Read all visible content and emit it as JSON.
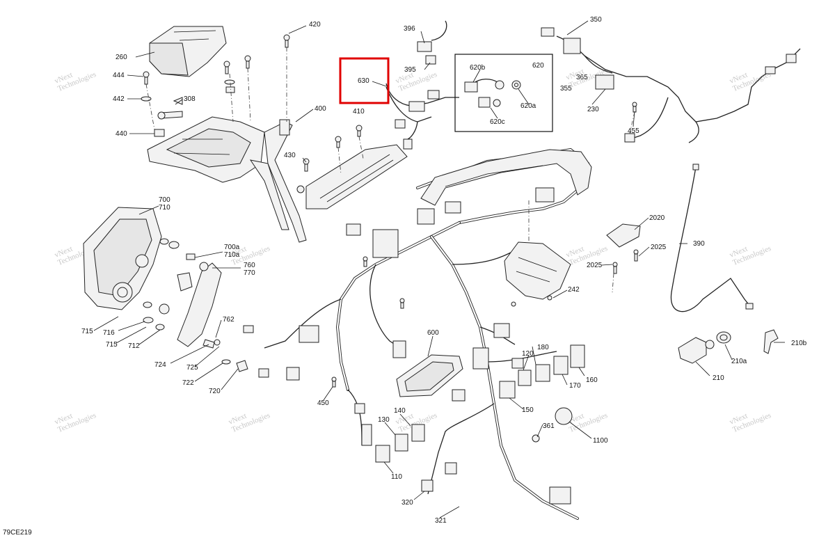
{
  "document_code": "79CE219",
  "watermark": [
    "vNext",
    "Technologies"
  ],
  "highlight": {
    "part": "630",
    "color": "#e00000"
  },
  "labels": {
    "p420": "420",
    "p396": "396",
    "p350": "350",
    "p260": "260",
    "p395": "395",
    "p620b": "620b",
    "p620": "620",
    "p444": "444",
    "p630": "630",
    "p365": "365",
    "p355": "355",
    "p442": "442",
    "p308": "308",
    "p620a": "620a",
    "p230": "230",
    "p400": "400",
    "p410": "410",
    "p620c": "620c",
    "p440": "440",
    "p455": "455",
    "p430": "430",
    "p700": "700",
    "p710": "710",
    "p2020": "2020",
    "p390": "390",
    "p700a": "700a",
    "p710a": "710a",
    "p2025a": "2025",
    "p2025b": "2025",
    "p760": "760",
    "p770": "770",
    "p242": "242",
    "p762": "762",
    "p715": "715",
    "p716": "716",
    "p600": "600",
    "p180": "180",
    "p120": "120",
    "p210b": "210b",
    "p715b": "715",
    "p712": "712",
    "p724": "724",
    "p210a": "210a",
    "p725": "725",
    "p160": "160",
    "p722": "722",
    "p170": "170",
    "p210": "210",
    "p720": "720",
    "p450": "450",
    "p150": "150",
    "p140": "140",
    "p361": "361",
    "p130": "130",
    "p1100": "1100",
    "p110": "110",
    "p320": "320",
    "p321": "321"
  }
}
